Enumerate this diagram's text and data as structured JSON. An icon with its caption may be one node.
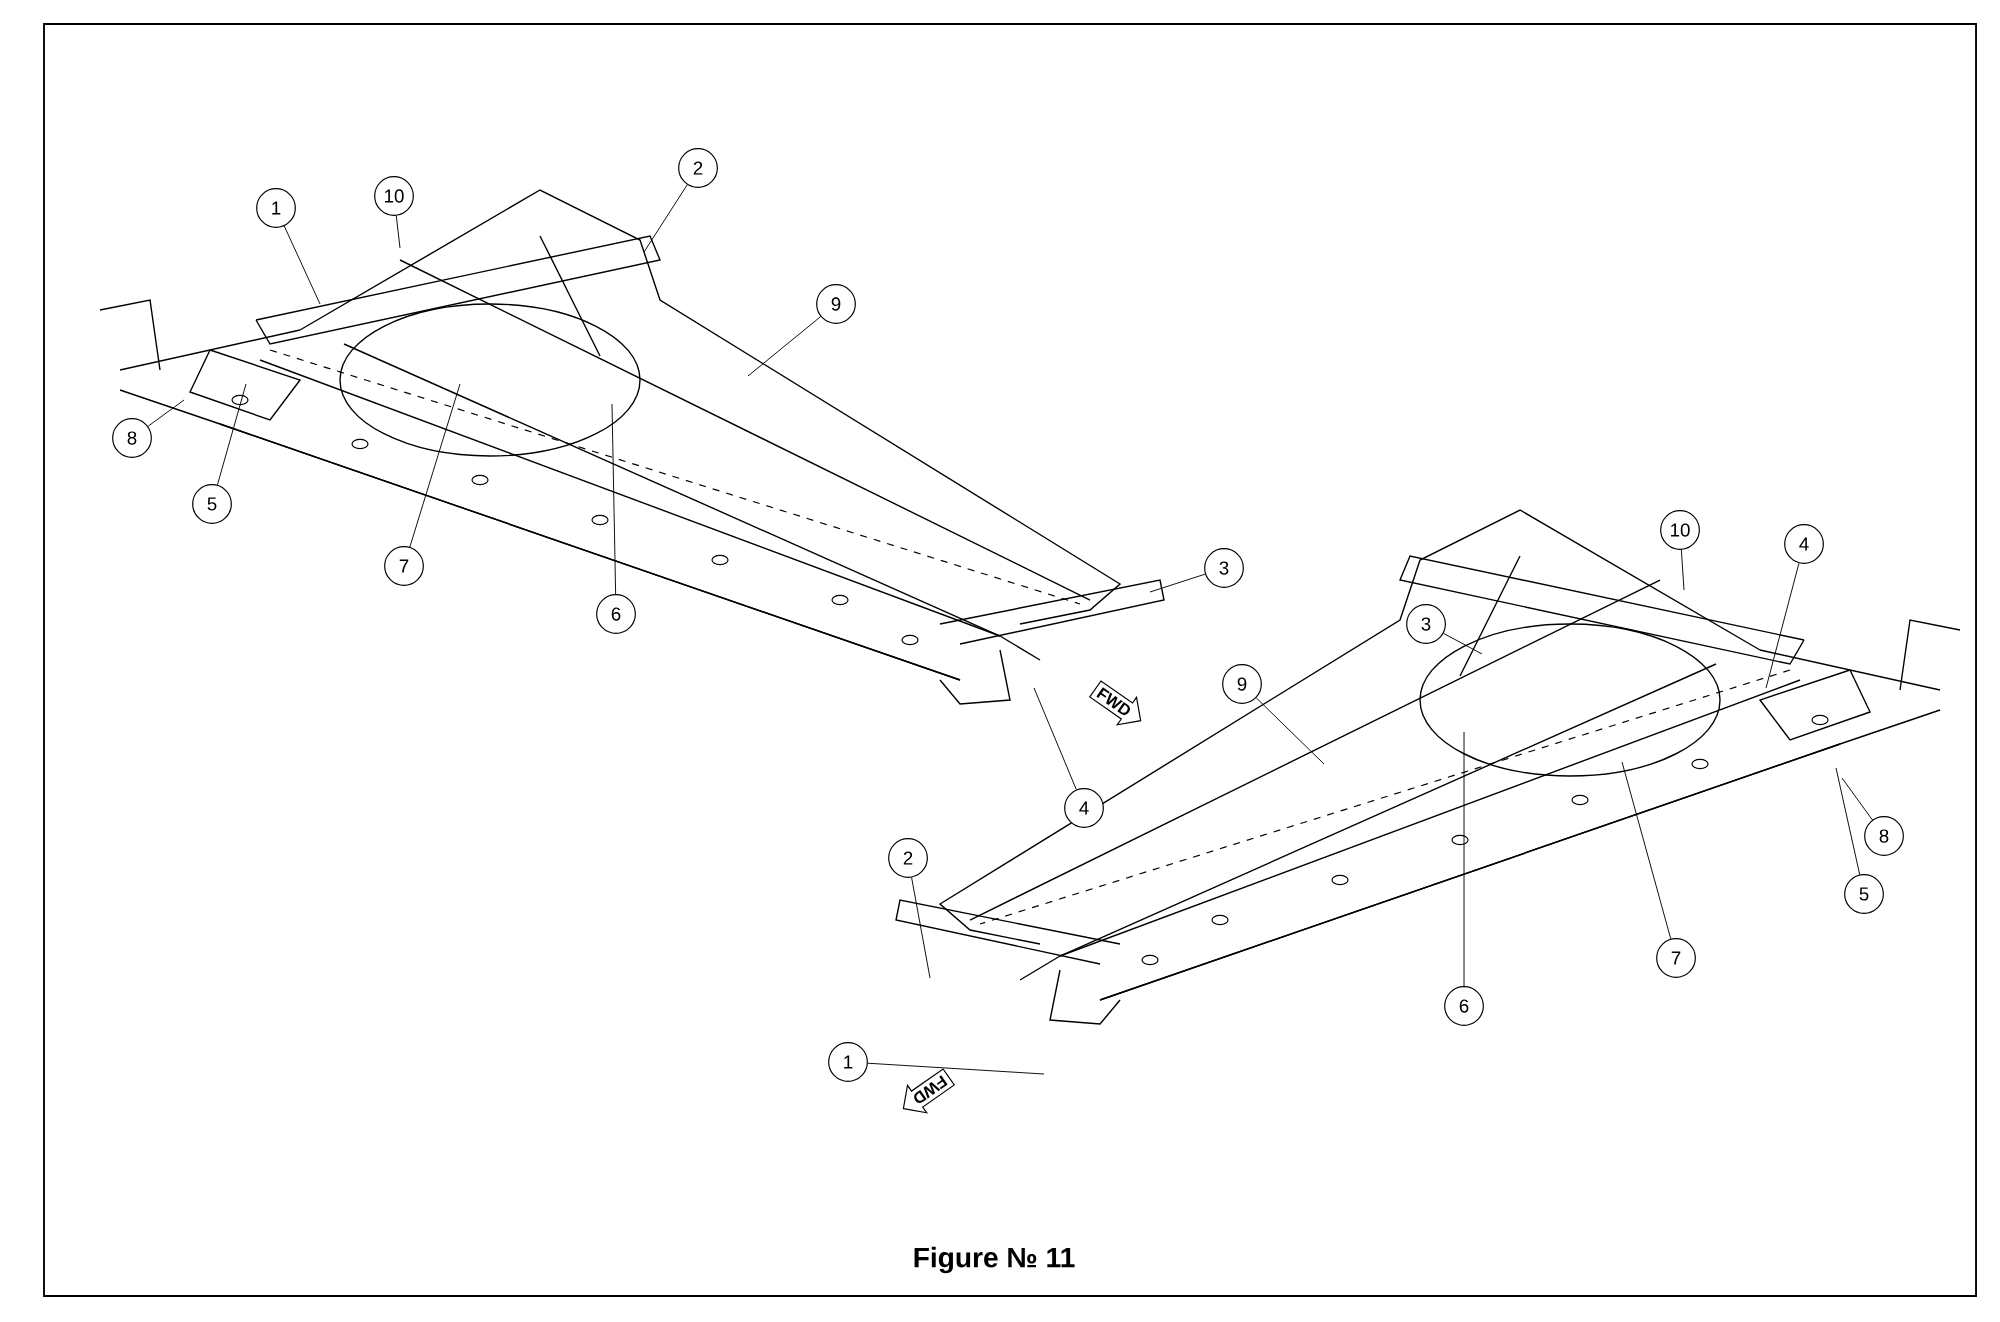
{
  "diagram": {
    "caption": "Figure № 11",
    "nodes": [
      {
        "text": [
          "10"
        ]
      },
      {
        "text": [
          "1"
        ]
      },
      {
        "text": [
          "2"
        ]
      },
      {
        "text": [
          "9"
        ]
      },
      {
        "text": [
          "8"
        ]
      },
      {
        "text": [
          "5"
        ]
      },
      {
        "text": [
          "7"
        ]
      },
      {
        "text": [
          "6"
        ]
      },
      {
        "text": [
          "3"
        ]
      },
      {
        "text": [
          "4"
        ]
      },
      {
        "text": [
          "FWD"
        ]
      },
      {
        "text": [
          "10"
        ]
      },
      {
        "text": [
          "3"
        ]
      },
      {
        "text": [
          "4"
        ]
      },
      {
        "text": [
          "9"
        ]
      },
      {
        "text": [
          "8"
        ]
      },
      {
        "text": [
          "5"
        ]
      },
      {
        "text": [
          "7"
        ]
      },
      {
        "text": [
          "6"
        ]
      },
      {
        "text": [
          "2"
        ]
      },
      {
        "text": [
          "1"
        ]
      },
      {
        "text": [
          "FWD"
        ]
      }
    ],
    "edges": [
      {
        "from": 0,
        "to": null,
        "arrow": "none"
      },
      {
        "from": 1,
        "to": null,
        "arrow": "none"
      },
      {
        "from": 2,
        "to": null,
        "arrow": "none"
      },
      {
        "from": 3,
        "to": null,
        "arrow": "none"
      },
      {
        "from": 4,
        "to": null,
        "arrow": "none"
      },
      {
        "from": 5,
        "to": null,
        "arrow": "none"
      },
      {
        "from": 6,
        "to": null,
        "arrow": "none"
      },
      {
        "from": 7,
        "to": null,
        "arrow": "none"
      },
      {
        "from": 8,
        "to": null,
        "arrow": "none"
      },
      {
        "from": 9,
        "to": null,
        "arrow": "none"
      },
      {
        "from": 11,
        "to": null,
        "arrow": "none"
      },
      {
        "from": 12,
        "to": null,
        "arrow": "none"
      },
      {
        "from": 13,
        "to": null,
        "arrow": "none"
      },
      {
        "from": 14,
        "to": null,
        "arrow": "none"
      },
      {
        "from": 15,
        "to": null,
        "arrow": "none"
      },
      {
        "from": 16,
        "to": null,
        "arrow": "none"
      },
      {
        "from": 17,
        "to": null,
        "arrow": "none"
      },
      {
        "from": 18,
        "to": null,
        "arrow": "none"
      },
      {
        "from": 19,
        "to": null,
        "arrow": "none"
      },
      {
        "from": 20,
        "to": null,
        "arrow": "none"
      }
    ]
  }
}
